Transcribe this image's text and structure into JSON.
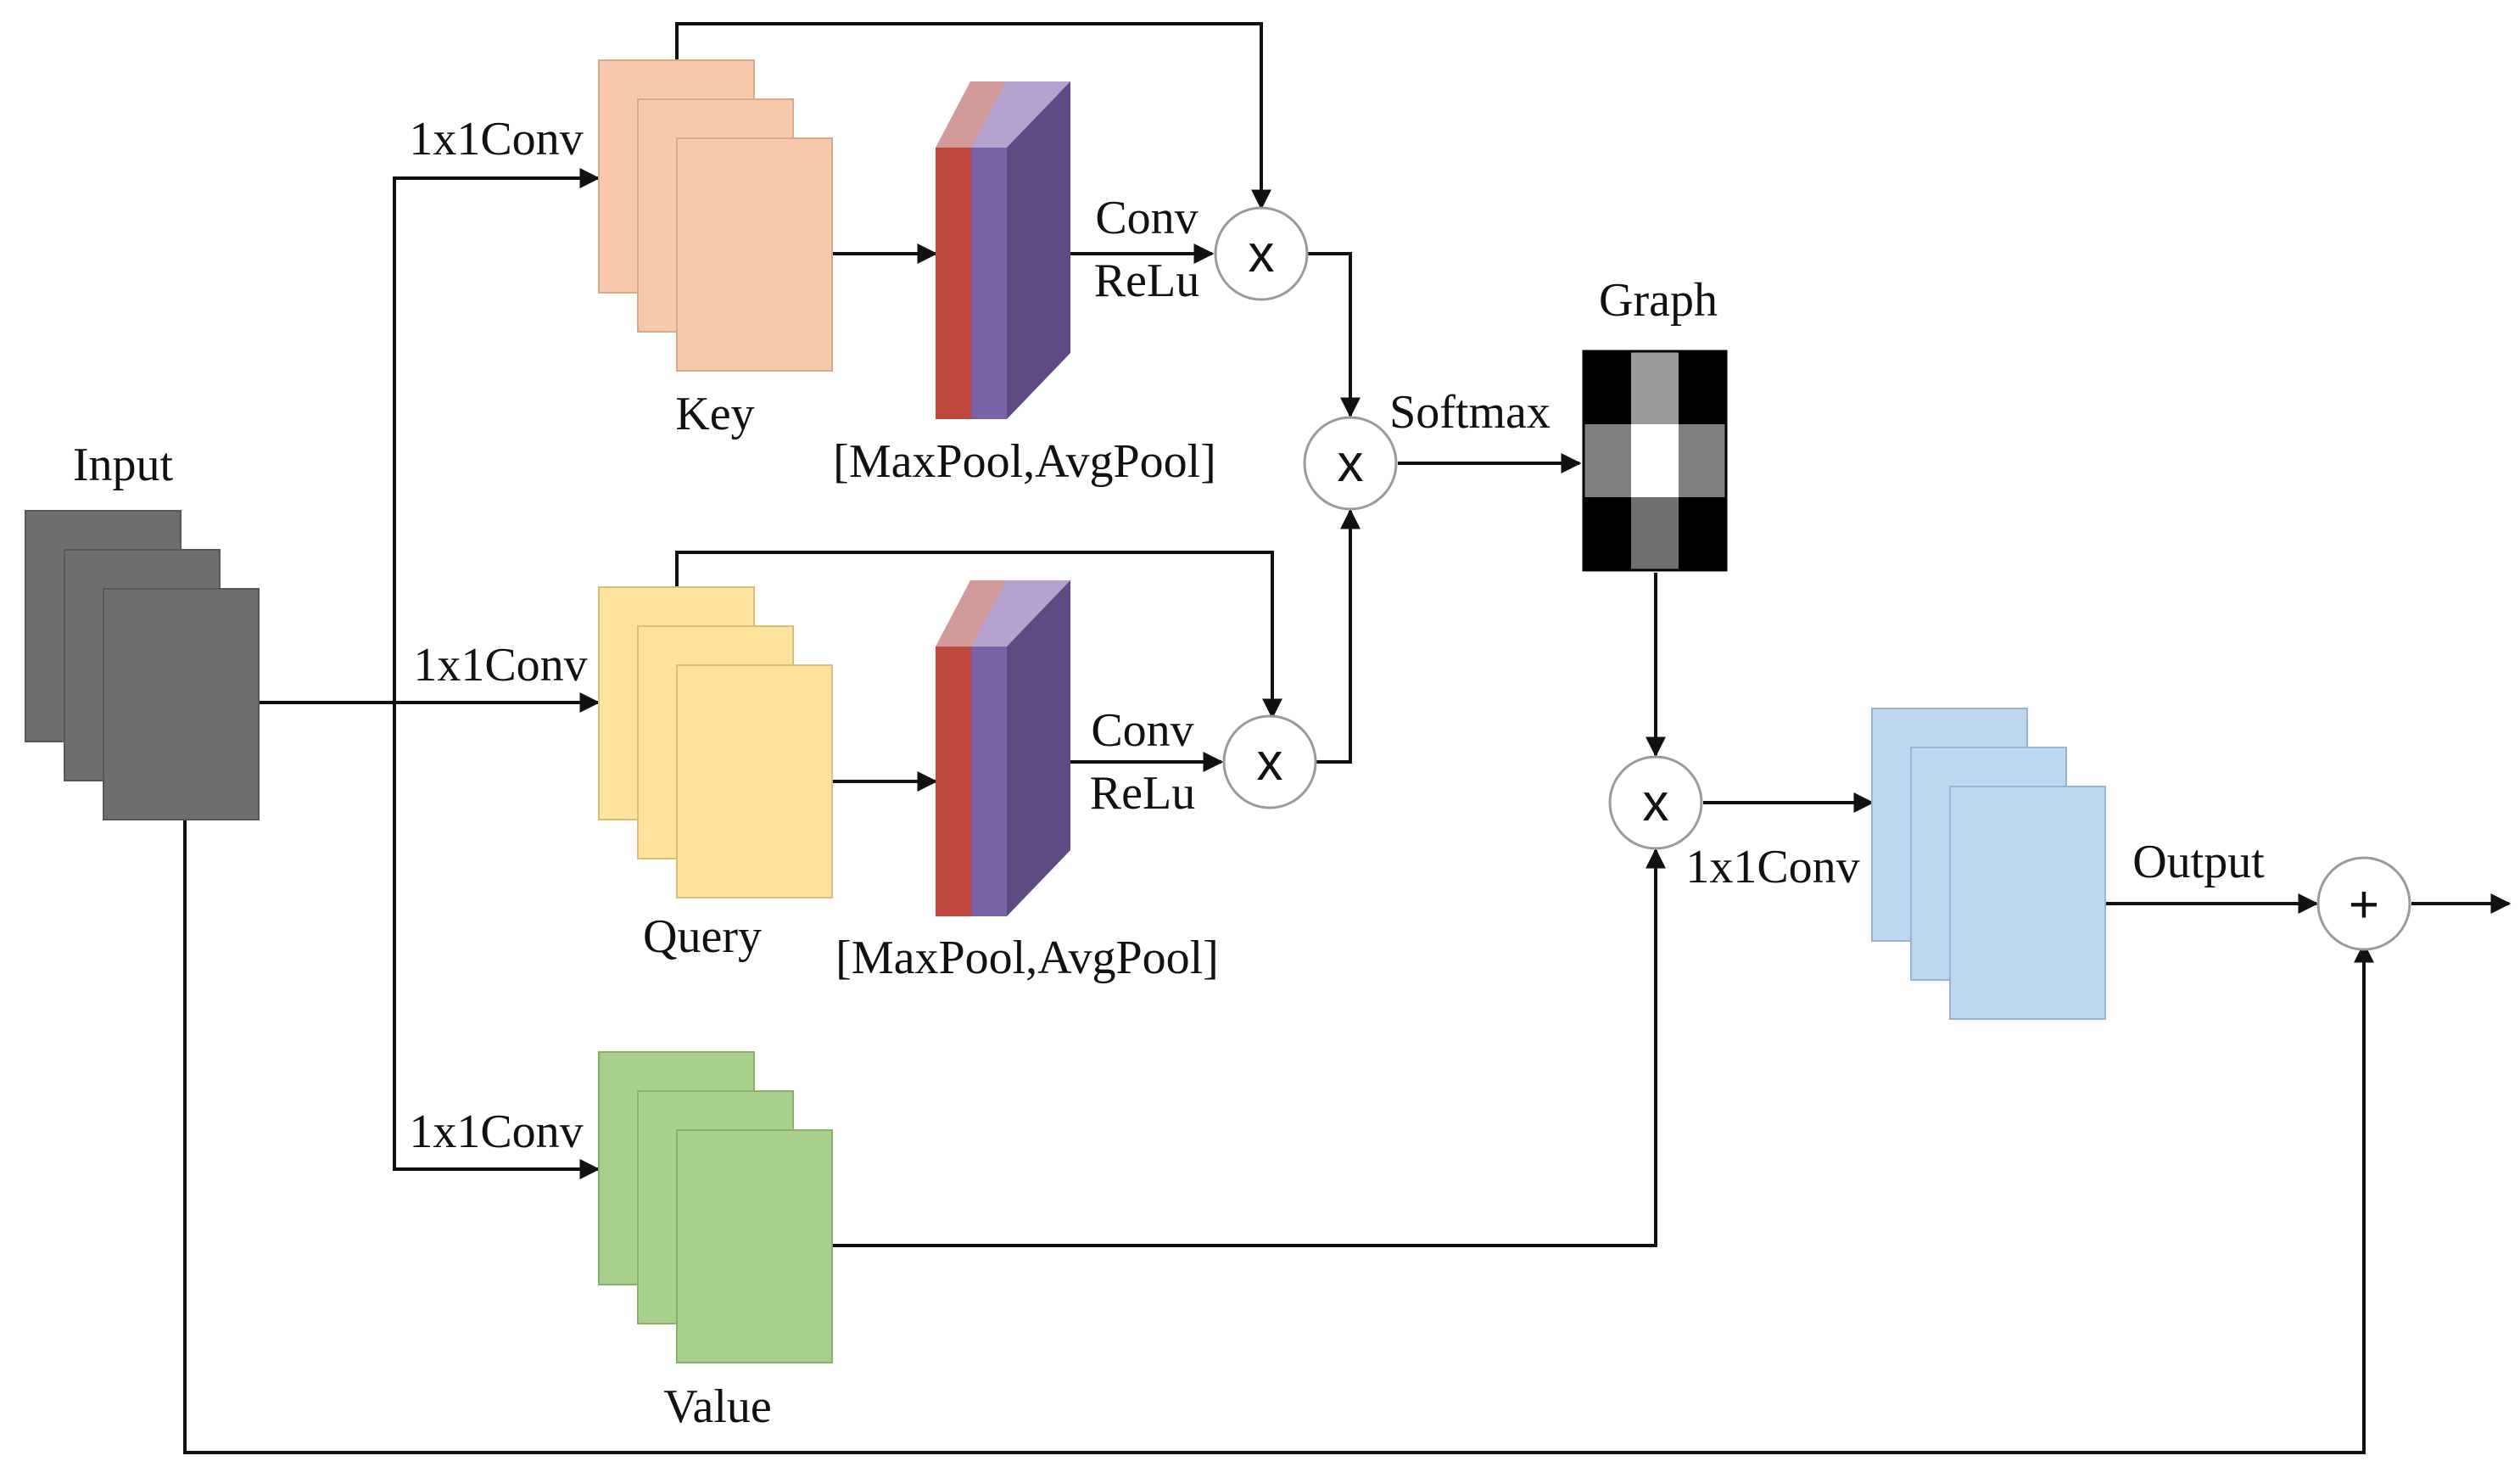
{
  "labels": {
    "input": "Input",
    "key": "Key",
    "query": "Query",
    "value": "Value",
    "graph": "Graph",
    "output": "Output",
    "softmax": "Softmax",
    "conv_key": "1x1Conv",
    "conv_query": "1x1Conv",
    "conv_value": "1x1Conv",
    "conv_out": "1x1Conv",
    "pool_key": "[MaxPool,AvgPool]",
    "pool_query": "[MaxPool,AvgPool]",
    "convrelu_key_conv": "Conv",
    "convrelu_key_relu": "ReLu",
    "convrelu_query_conv": "Conv",
    "convrelu_query_relu": "ReLu"
  },
  "operators": {
    "multiply": "x",
    "add": "+"
  },
  "colors": {
    "input": "#6e6e6e",
    "key": "#f8c8ac",
    "query": "#fde39c",
    "value": "#a6d08c",
    "output": "#bdd7ee",
    "pool_red": "#c0473b",
    "pool_purple": "#7a62a9",
    "pool_dark": "#5e4b83"
  },
  "graph_matrix": [
    [
      "#000000",
      "#9a9a9a",
      "#000000"
    ],
    [
      "#7f7f7f",
      "#ffffff",
      "#7f7f7f"
    ],
    [
      "#000000",
      "#6f6f6f",
      "#000000"
    ]
  ]
}
